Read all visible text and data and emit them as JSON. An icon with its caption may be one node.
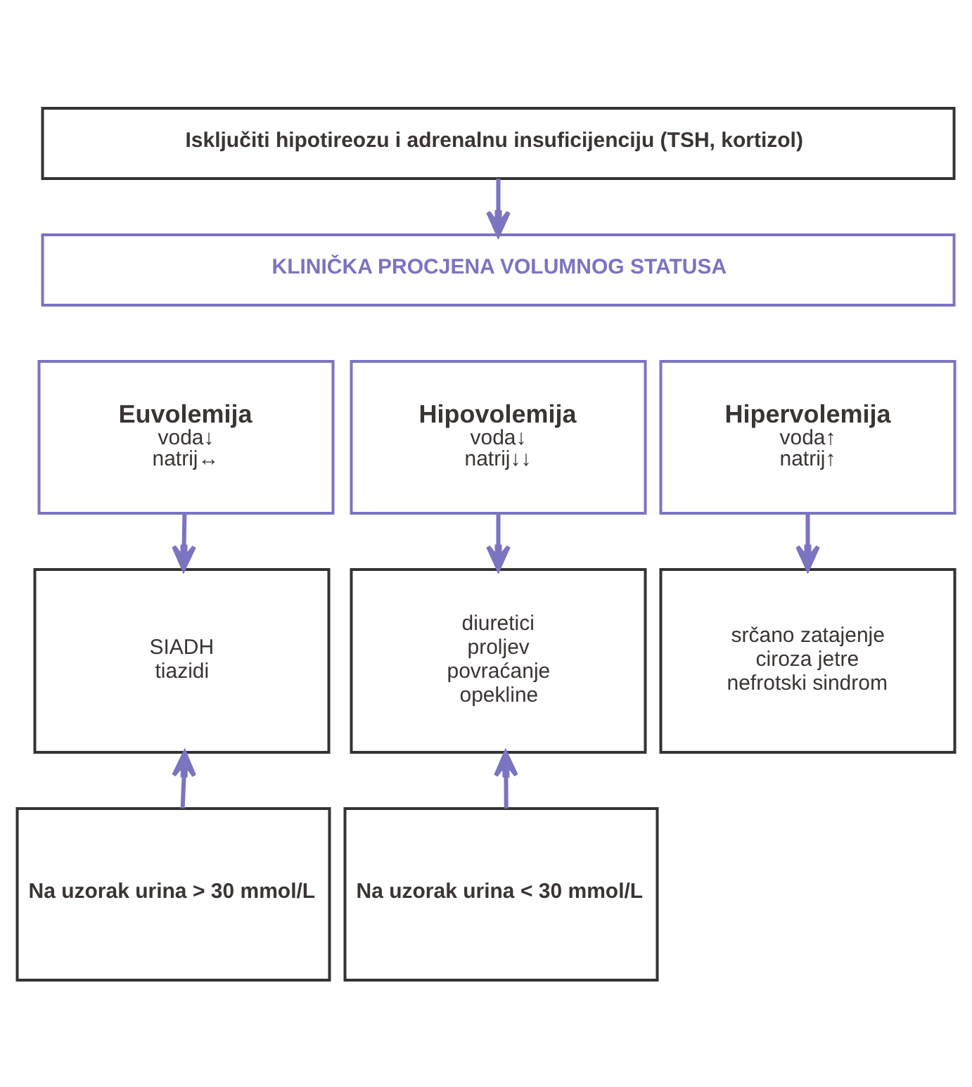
{
  "diagram": {
    "nodes": [
      {
        "text": [
          "Isključiti hipotireozu i adrenalnu insuficijenciju (TSH, kortizol)"
        ]
      },
      {
        "text": [
          "KLINIČKA PROCJENA VOLUMNOG STATUSA"
        ]
      },
      {
        "text": [
          "Euvolemija",
          "voda↓ natrij↔"
        ]
      },
      {
        "text": [
          "Hipovolemija",
          "voda↓ natrij↓↓"
        ]
      },
      {
        "text": [
          "Hipervolemija",
          "voda↑ natrij↑"
        ]
      },
      {
        "text": [
          "SIADH tiazidi"
        ]
      },
      {
        "text": [
          "diuretici proljev povraćanje opekline"
        ]
      },
      {
        "text": [
          "srčano zatajenje ciroza jetre nefrotski sindrom"
        ]
      },
      {
        "text": [
          "Na uzorak urina > 30 mmol/L"
        ]
      },
      {
        "text": [
          "Na uzorak urina < 30 mmol/L"
        ]
      }
    ],
    "edges": [
      {
        "from": 0,
        "to": 1,
        "arrow": "to"
      },
      {
        "from": 2,
        "to": 5,
        "arrow": "to"
      },
      {
        "from": 3,
        "to": 6,
        "arrow": "to"
      },
      {
        "from": 4,
        "to": 7,
        "arrow": "to"
      },
      {
        "from": 8,
        "to": 5,
        "arrow": "to"
      },
      {
        "from": 9,
        "to": 6,
        "arrow": "to"
      }
    ]
  }
}
